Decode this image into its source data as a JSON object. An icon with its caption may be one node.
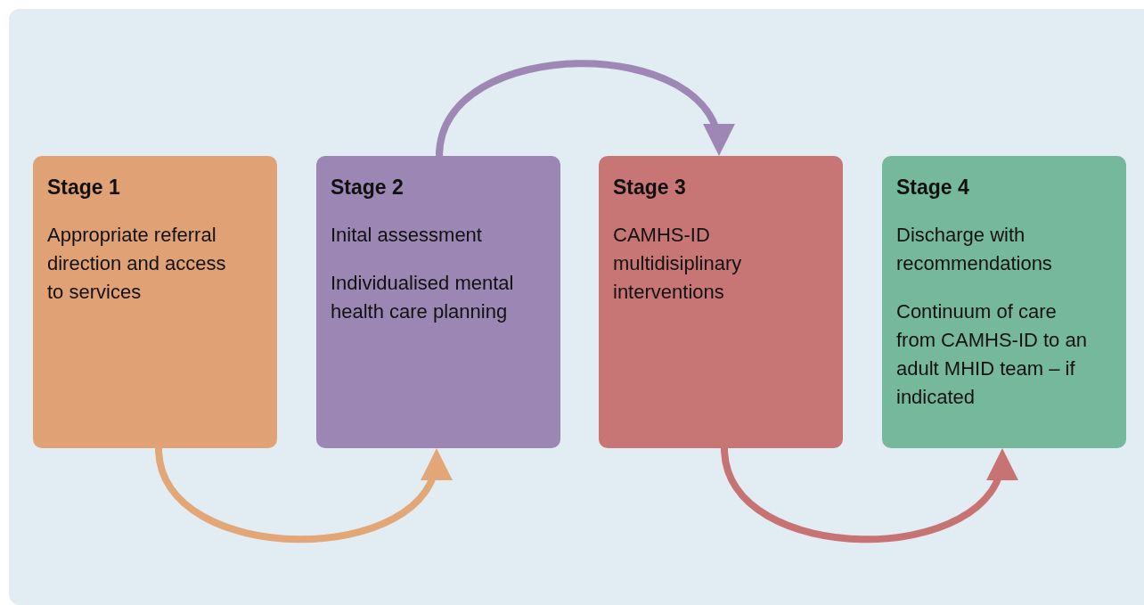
{
  "diagram": {
    "nodes": [
      {
        "text": [
          "Stage 1",
          "Appropriate referral direction and access to services"
        ]
      },
      {
        "text": [
          "Stage 2",
          "Inital assessment",
          "Individualised mental health care planning"
        ]
      },
      {
        "text": [
          "Stage 3",
          "CAMHS-ID multidisiplinary interventions"
        ]
      },
      {
        "text": [
          "Stage 4",
          "Discharge with recommendations",
          "Continuum of care from CAMHS-ID to an adult MHID team – if indicated"
        ]
      }
    ],
    "edges": [
      {
        "from": 0,
        "to": 1,
        "arrow": "to",
        "color": "#e3a677"
      },
      {
        "from": 1,
        "to": 2,
        "arrow": "to",
        "color": "#9e86b5"
      },
      {
        "from": 2,
        "to": 3,
        "arrow": "to",
        "color": "#c77373"
      }
    ]
  }
}
